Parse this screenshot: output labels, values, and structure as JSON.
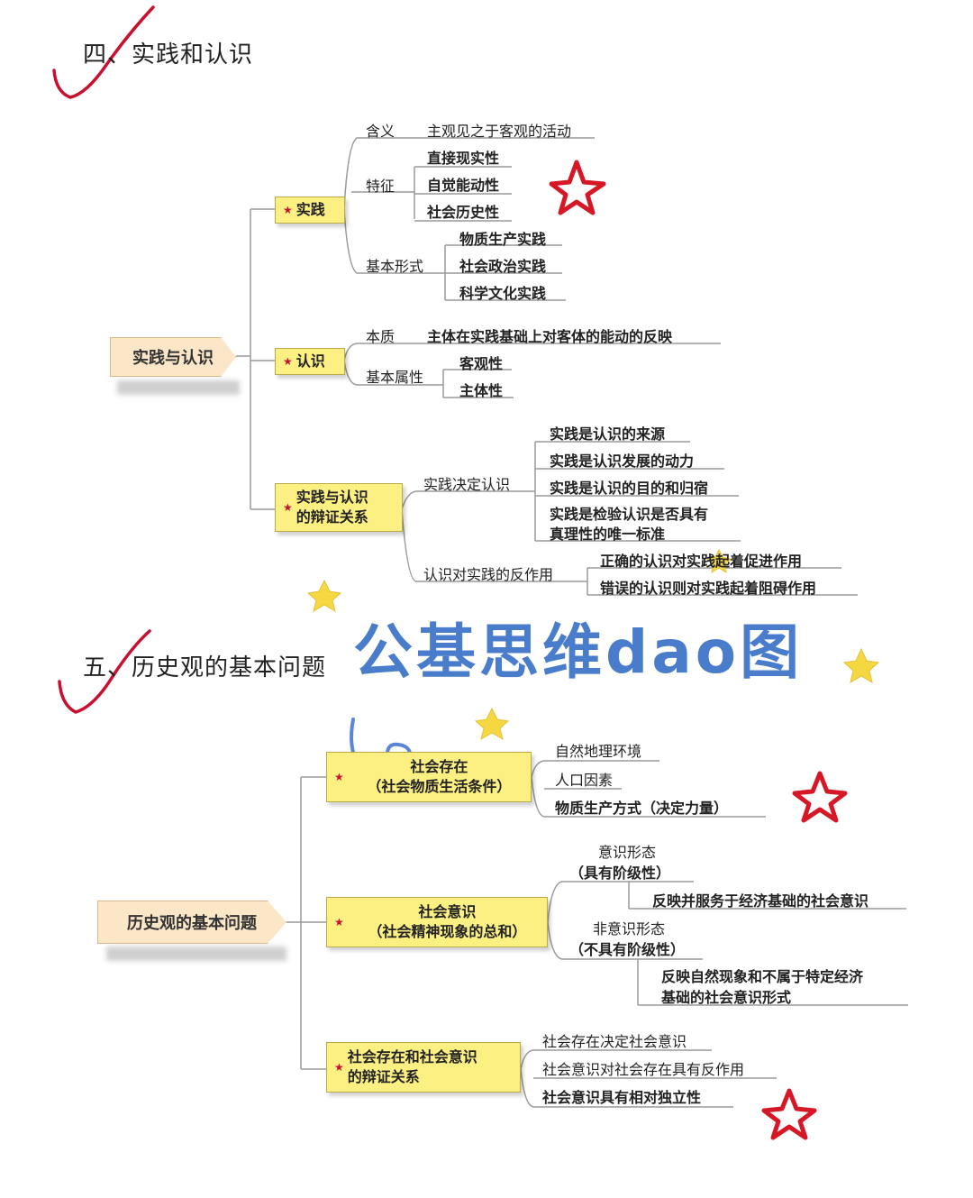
{
  "section4": {
    "title": "四、实践和认识",
    "root": "实践与认识",
    "practice": {
      "label": "实践",
      "meaning_label": "含义",
      "meaning_value": "主观见之于客观的活动",
      "features_label": "特征",
      "features": [
        "直接现实性",
        "自觉能动性",
        "社会历史性"
      ],
      "forms_label": "基本形式",
      "forms": [
        "物质生产实践",
        "社会政治实践",
        "科学文化实践"
      ]
    },
    "cognition": {
      "label": "认识",
      "essence_label": "本质",
      "essence_value": "主体在实践基础上对客体的能动的反映",
      "attr_label": "基本属性",
      "attrs": [
        "客观性",
        "主体性"
      ]
    },
    "dialectic": {
      "label_line1": "实践与认识",
      "label_line2": "的辩证关系",
      "decides_label": "实践决定认识",
      "decides": [
        "实践是认识的来源",
        "实践是认识发展的动力",
        "实践是认识的目的和归宿"
      ],
      "decides_last_line1": "实践是检验认识是否具有",
      "decides_last_line2": "真理性的唯一标准",
      "reaction_label": "认识对实践的反作用",
      "reactions": [
        "正确的认识对实践起着促进作用",
        "错误的认识则对实践起着阻碍作用"
      ]
    }
  },
  "watermark": "公基思维dao图",
  "section5": {
    "title": "五、历史观的基本问题",
    "root": "历史观的基本问题",
    "being": {
      "line1": "社会存在",
      "line2": "（社会物质生活条件）",
      "items": [
        "自然地理环境",
        "人口因素",
        "物质生产方式（决定力量）"
      ]
    },
    "consciousness": {
      "line1": "社会意识",
      "line2": "（社会精神现象的总和）",
      "ideology_line1": "意识形态",
      "ideology_line2": "（具有阶级性）",
      "ideology_desc": "反映并服务于经济基础的社会意识",
      "non_ideology_line1": "非意识形态",
      "non_ideology_line2": "（不具有阶级性）",
      "non_ideology_desc_line1": "反映自然现象和不属于特定经济",
      "non_ideology_desc_line2": "基础的社会意识形式"
    },
    "dialectic": {
      "line1": "社会存在和社会意识",
      "line2": "的辩证关系",
      "items": [
        "社会存在决定社会意识",
        "社会意识对社会存在具有反作用",
        "社会意识具有相对独立性"
      ]
    }
  },
  "colors": {
    "node_fill": "#fcf082",
    "root_fill": "#fbe6c7",
    "check_mark": "#c8102e",
    "watermark": "#4a7ccc",
    "sticker_star": "#f5d742"
  },
  "icons": [
    "red-check-icon",
    "red-star-sticker-icon",
    "yellow-star-sticker-icon",
    "blue-heart-doodle-icon"
  ]
}
